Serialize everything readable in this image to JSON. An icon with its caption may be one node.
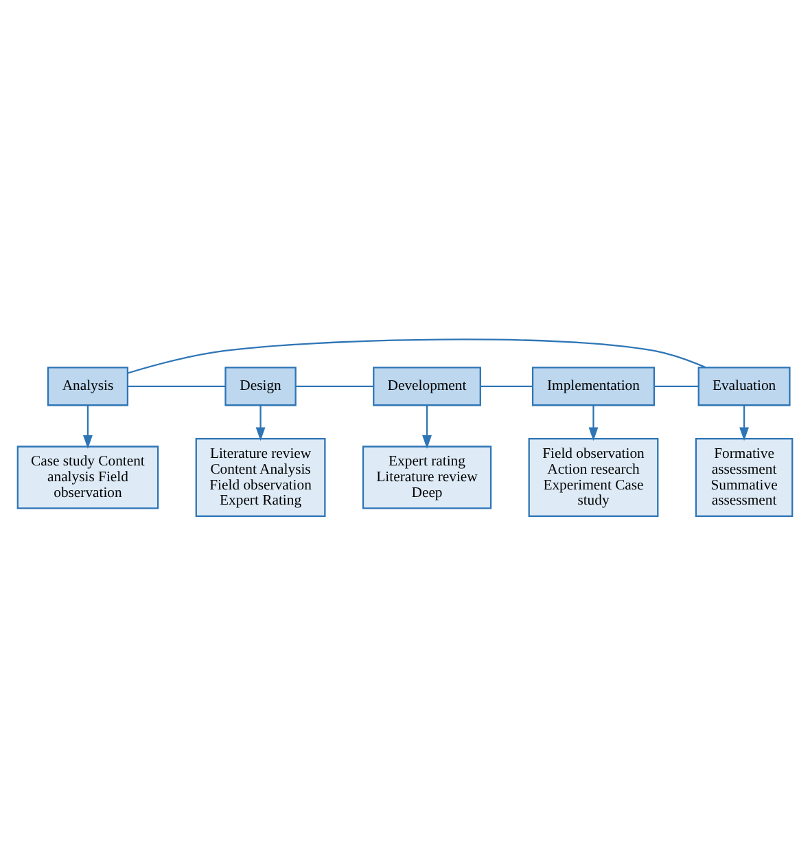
{
  "diagram": {
    "nodes": [
      {
        "text": [
          "Case study Content analysis Field observation"
        ]
      },
      {
        "text": [
          "Literature review Content Analysis Field observation Expert Rating"
        ]
      },
      {
        "text": [
          "Formative assessment Summative assessment"
        ]
      },
      {
        "text": [
          "Analysis"
        ]
      },
      {
        "text": [
          "Evaluation"
        ]
      },
      {
        "text": [
          "Design"
        ]
      },
      {
        "text": [
          "Implementation"
        ]
      },
      {
        "text": [
          "Development"
        ]
      },
      {
        "text": [
          "Field observation Action research Experiment Case study"
        ]
      },
      {
        "text": [
          "Expert rating Literature review Deep"
        ]
      }
    ],
    "edges": [
      {
        "from": 3,
        "to": 0,
        "arrow": "to"
      },
      {
        "from": 5,
        "to": 1,
        "arrow": "to"
      },
      {
        "from": 4,
        "to": 2,
        "arrow": "to"
      },
      {
        "from": 6,
        "to": 8,
        "arrow": "to"
      },
      {
        "from": 7,
        "to": 9,
        "arrow": "to"
      },
      {
        "from": 3,
        "to": 5,
        "arrow": "none"
      },
      {
        "from": 5,
        "to": 7,
        "arrow": "none"
      },
      {
        "from": 7,
        "to": 6,
        "arrow": "none"
      },
      {
        "from": 6,
        "to": 4,
        "arrow": "none"
      },
      {
        "from": 4,
        "to": 3,
        "arrow": "none"
      }
    ]
  }
}
